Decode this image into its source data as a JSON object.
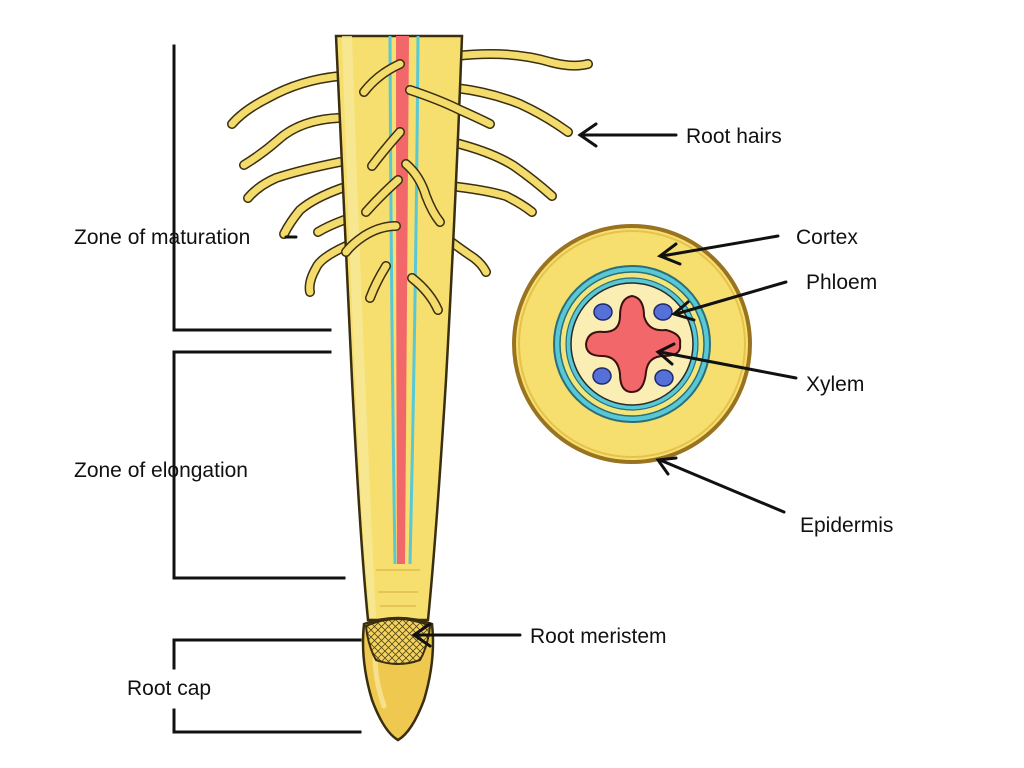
{
  "labels": {
    "root_hairs": "Root hairs",
    "cortex": "Cortex",
    "phloem": "Phloem",
    "xylem": "Xylem",
    "epidermis": "Epidermis",
    "root_meristem": "Root meristem",
    "zone_of_maturation": "Zone of maturation",
    "zone_of_elongation": "Zone of elongation",
    "root_cap": "Root cap"
  },
  "colors": {
    "root_fill": "#f6df6e",
    "root_outline": "#3a2e10",
    "root_cap": "#efc94f",
    "xylem": "#f2686a",
    "phloem": "#5570d6",
    "vascular_cyan": "#58c8d6",
    "stele_fill": "#fbeeb5",
    "background": "#ffffff"
  }
}
